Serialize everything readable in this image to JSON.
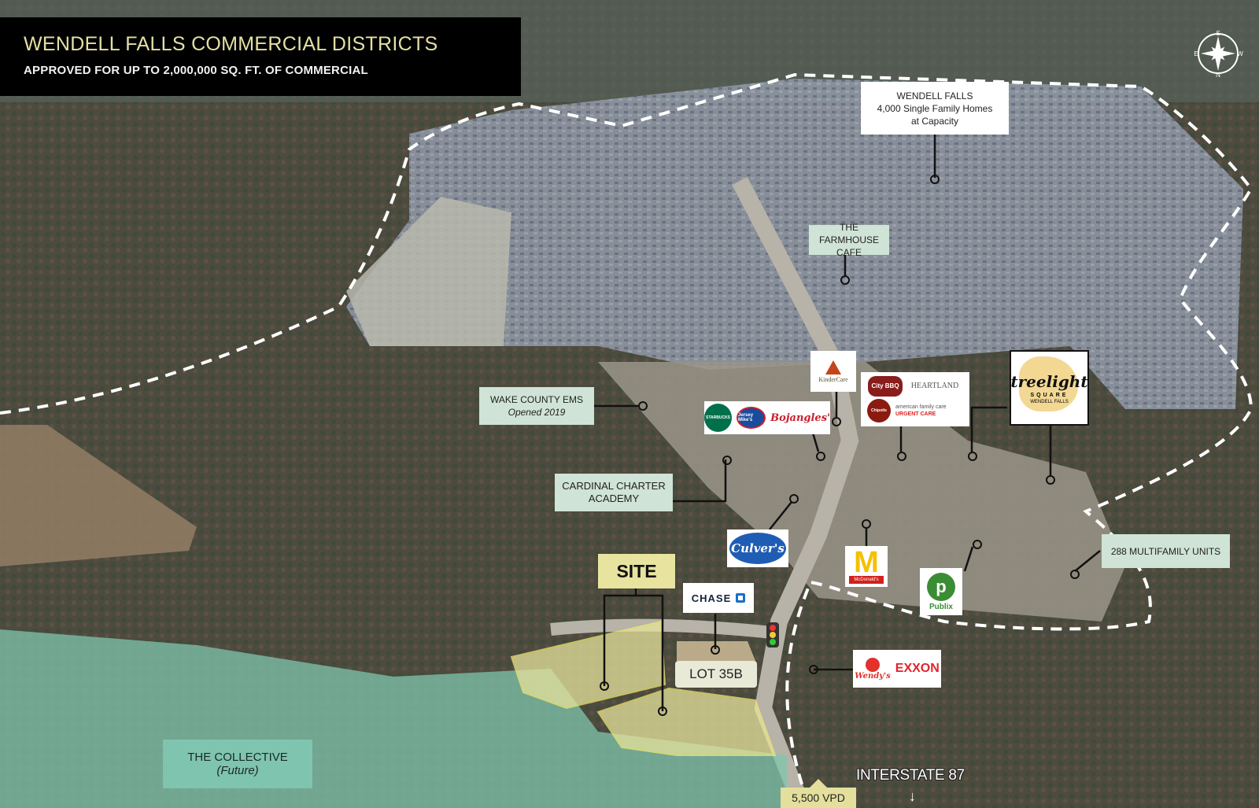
{
  "header": {
    "title": "WENDELL FALLS COMMERCIAL DISTRICTS",
    "subtitle": "APPROVED FOR UP TO 2,000,000 SQ. FT. OF COMMERCIAL"
  },
  "compass": {
    "icon": "compass-rose-icon",
    "labels": {
      "top": "S",
      "bottom": "N",
      "left": "E",
      "right": "W"
    }
  },
  "colors": {
    "title_bg": "#000000",
    "title_text": "#e4e0a4",
    "callout_mint": "#cfe3d6",
    "site_yellow": "#e8e4a0",
    "collective_teal": "#7fc4ae",
    "boundary_dash": "#ffffff"
  },
  "callouts": {
    "wendell_falls": {
      "line1": "WENDELL FALLS",
      "line2": "4,000 Single Family Homes",
      "line3": "at Capacity"
    },
    "farmhouse": {
      "line1": "THE FARMHOUSE",
      "line2": "CAFE"
    },
    "ems": {
      "line1": "WAKE COUNTY EMS",
      "line2": "Opened 2019"
    },
    "cardinal": {
      "line1": "CARDINAL CHARTER",
      "line2": "ACADEMY"
    },
    "multifamily": {
      "line1": "288 MULTIFAMILY UNITS"
    }
  },
  "logos": {
    "kindercare": "KinderCare",
    "starbucks": "STARBUCKS",
    "jerseymikes": "Jersey Mike's",
    "bojangles": "Bojangles'",
    "citybbq": "City BBQ",
    "heartland": "HEARTLAND",
    "chipotle": "Chipotle",
    "afc": "american family care",
    "afc_sub": "URGENT CARE",
    "treelight": "treelight",
    "treelight_sub": "SQUARE",
    "treelight_sub2": "WENDELL FALLS",
    "culvers": "Culver's",
    "mcdonalds": "M",
    "mcdonalds_name": "McDonald's",
    "publix": "Publix",
    "chase": "CHASE",
    "wendys": "Wendy's",
    "exxon": "EXXON"
  },
  "labels": {
    "site": "SITE",
    "lot": "LOT 35B",
    "collective": "THE COLLECTIVE",
    "collective_sub": "(Future)",
    "vpd": "5,500 VPD",
    "interstate": "INTERSTATE 87",
    "interstate_arrow": "↓"
  }
}
